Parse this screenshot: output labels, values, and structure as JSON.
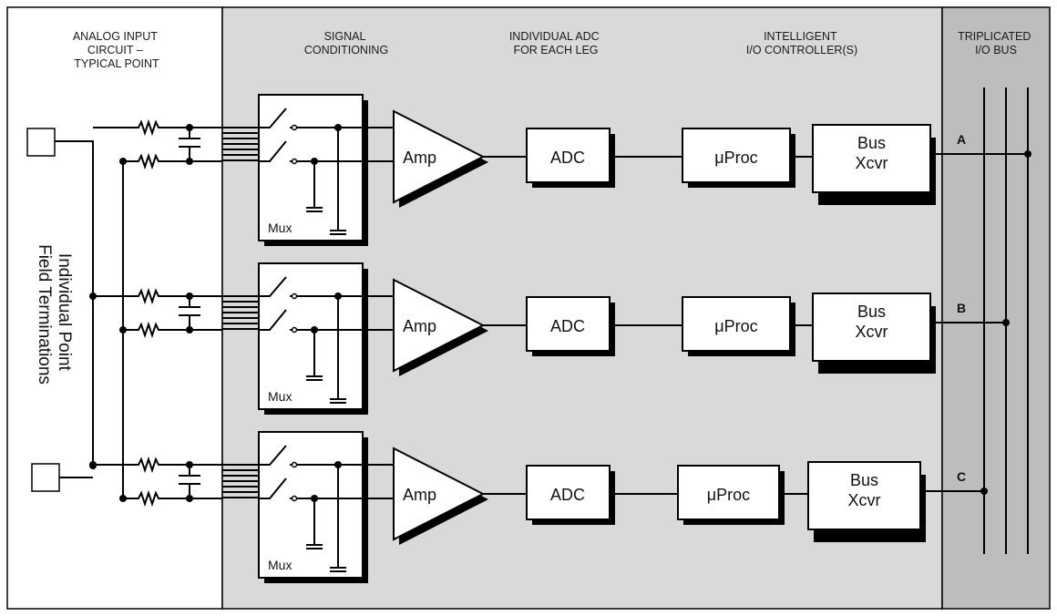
{
  "sections": {
    "analog_input": [
      "ANALOG INPUT",
      "CIRCUIT –",
      "TYPICAL POINT"
    ],
    "signal_conditioning": [
      "SIGNAL",
      "CONDITIONING"
    ],
    "individual_adc": [
      "INDIVIDUAL ADC",
      "FOR EACH LEG"
    ],
    "io_controller": [
      "INTELLIGENT",
      "I/O CONTROLLER(S)"
    ],
    "io_bus": [
      "TRIPLICATED",
      "I/O BUS"
    ]
  },
  "side_label": [
    "Individual Point",
    "Field Terminations"
  ],
  "legs": [
    {
      "bus": "A",
      "mux": "Mux",
      "amp": "Amp",
      "adc": "ADC",
      "proc": "μProc",
      "xcvr": [
        "Bus",
        "Xcvr"
      ]
    },
    {
      "bus": "B",
      "mux": "Mux",
      "amp": "Amp",
      "adc": "ADC",
      "proc": "μProc",
      "xcvr": [
        "Bus",
        "Xcvr"
      ]
    },
    {
      "bus": "C",
      "mux": "Mux",
      "amp": "Amp",
      "adc": "ADC",
      "proc": "μProc",
      "xcvr": [
        "Bus",
        "Xcvr"
      ]
    }
  ],
  "colors": {
    "panel": "#d9d9d9",
    "bus_panel": "#bdbdbd",
    "line": "#000000",
    "box": "#ffffff"
  }
}
